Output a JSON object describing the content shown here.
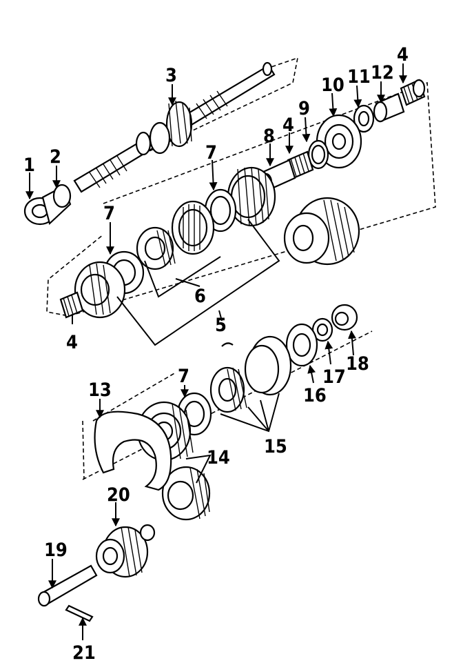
{
  "labels": {
    "l1": "1",
    "l2": "2",
    "l3": "3",
    "l4a": "4",
    "l4b": "4",
    "l4c": "4",
    "l5": "5",
    "l6": "6",
    "l7a": "7",
    "l7b": "7",
    "l7c": "7",
    "l8": "8",
    "l9": "9",
    "l10": "10",
    "l11": "11",
    "l12": "12",
    "l13": "13",
    "l14": "14",
    "l15": "15",
    "l16": "16",
    "l17": "17",
    "l18": "18",
    "l19": "19",
    "l20": "20",
    "l21": "21"
  }
}
